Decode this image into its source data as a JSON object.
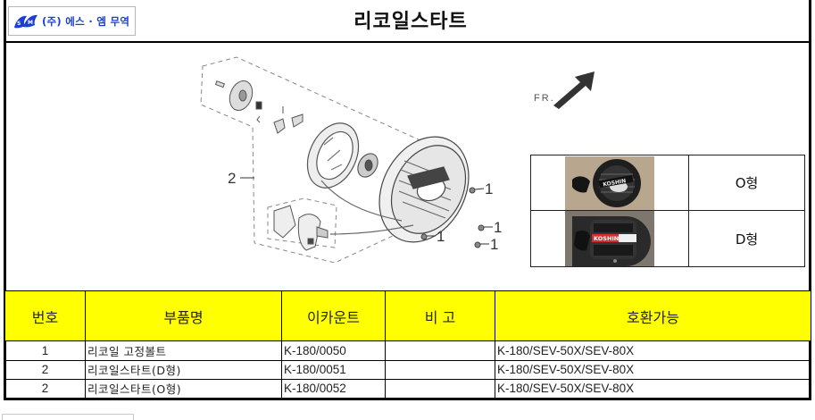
{
  "header": {
    "company_logo_text": "(주) 에스 · 엠 무역",
    "logo_mark_letters": "S·M",
    "title": "리코일스타트"
  },
  "diagram": {
    "callouts": [
      {
        "label": "2",
        "target": "recoil-starter-assembly"
      },
      {
        "label": "1",
        "target": "mounting-bolt-upper-right"
      },
      {
        "label": "1",
        "target": "mounting-bolt-right-middle"
      },
      {
        "label": "1",
        "target": "mounting-bolt-bottom-center"
      },
      {
        "label": "1",
        "target": "mounting-bolt-bottom-right"
      }
    ],
    "direction_label": "FR."
  },
  "types": [
    {
      "label": "O형",
      "photo_brand": "KOSHIN",
      "photo_desc": "round black recoil starter"
    },
    {
      "label": "D형",
      "photo_brand": "KOSHIN",
      "photo_desc": "D-shaped black recoil starter with red logo"
    }
  ],
  "parts_table": {
    "columns": [
      "번호",
      "부품명",
      "이카운트",
      "비 고",
      "호환가능"
    ],
    "rows": [
      {
        "no": "1",
        "name": "리코일 고정볼트",
        "code": "K-180/0050",
        "note": "",
        "compat": "K-180/SEV-50X/SEV-80X"
      },
      {
        "no": "2",
        "name": "리코일스타트(D형)",
        "code": "K-180/0051",
        "note": "",
        "compat": "K-180/SEV-50X/SEV-80X"
      },
      {
        "no": "2",
        "name": "리코일스타트(O형)",
        "code": "K-180/0052",
        "note": "",
        "compat": "K-180/SEV-50X/SEV-80X"
      }
    ]
  },
  "colors": {
    "header_fill": "#ffff00",
    "logo_blue": "#1a3fd1",
    "border": "#000000"
  }
}
